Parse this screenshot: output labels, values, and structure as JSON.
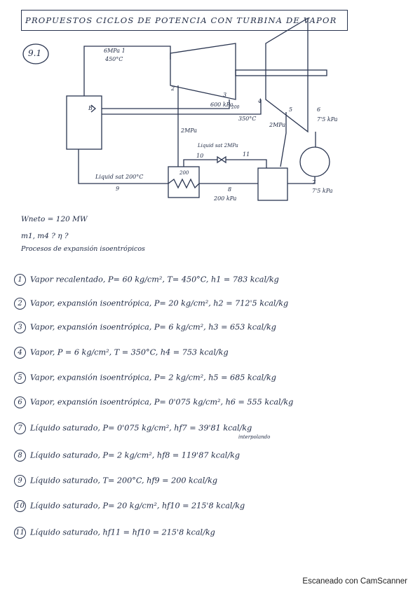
{
  "title": "PROPUESTOS CICLOS DE POTENCIA CON TURBINA DE VAPOR",
  "problem_number": "9.1",
  "diagram": {
    "label_1": "6MPa 1",
    "temp_1": "450°C",
    "label_2": "2",
    "label_3": "3",
    "press_3": "600 kPa",
    "label_4": "4",
    "temp_4": "350°C",
    "label_5": "5",
    "press_5": "2MPa",
    "press_5b": "2MPa",
    "label_6": "6",
    "press_6": "7'5 kPa",
    "label_7": "7",
    "press_7": "7'5 kPa",
    "label_8": "8",
    "press_8": "200 kPa",
    "label_9": "9",
    "liquid_9": "Liquid sat 200°C",
    "label_10": "10",
    "liquid_10": "Liquid sat 2MPa",
    "label_11": "11",
    "label_B": "B",
    "label_200": "200",
    "label_200b": "200"
  },
  "data": {
    "wneto": "Wneto = 120 MW",
    "unknowns": "m1, m4 ?  η ?",
    "process": "Procesos de expansión isoentrópicos"
  },
  "states": [
    {
      "n": "1",
      "text": "Vapor recalentado, P= 60 kg/cm², T= 450°C, h1 = 783 kcal/kg"
    },
    {
      "n": "2",
      "text": "Vapor, expansión isoentrópica, P= 20 kg/cm², h2 = 712'5 kcal/kg"
    },
    {
      "n": "3",
      "text": "Vapor, expansión isoentrópica, P= 6 kg/cm², h3 = 653 kcal/kg"
    },
    {
      "n": "4",
      "text": "Vapor, P = 6 kg/cm², T = 350°C, h4 = 753 kcal/kg"
    },
    {
      "n": "5",
      "text": "Vapor, expansión isoentrópica, P= 2 kg/cm², h5 = 685 kcal/kg"
    },
    {
      "n": "6",
      "text": "Vapor, expansión isoentrópica, P= 0'075 kg/cm², h6 = 555 kcal/kg"
    },
    {
      "n": "7",
      "text": "Líquido saturado, P= 0'075 kg/cm², hf7 = 39'81 kcal/kg"
    },
    {
      "n": "8",
      "text": "Líquido saturado, P= 2 kg/cm², hf8 = 119'87 kcal/kg"
    },
    {
      "n": "9",
      "text": "Líquido saturado, T= 200°C, hf9 = 200 kcal/kg"
    },
    {
      "n": "10",
      "text": "Líquido saturado, P= 20 kg/cm², hf10 = 215'8 kcal/kg"
    },
    {
      "n": "11",
      "text": "Líquido saturado, hf11 = hf10 = 215'8 kcal/kg"
    }
  ],
  "interpolation_note": "interpolando",
  "footer": "Escaneado con CamScanner"
}
